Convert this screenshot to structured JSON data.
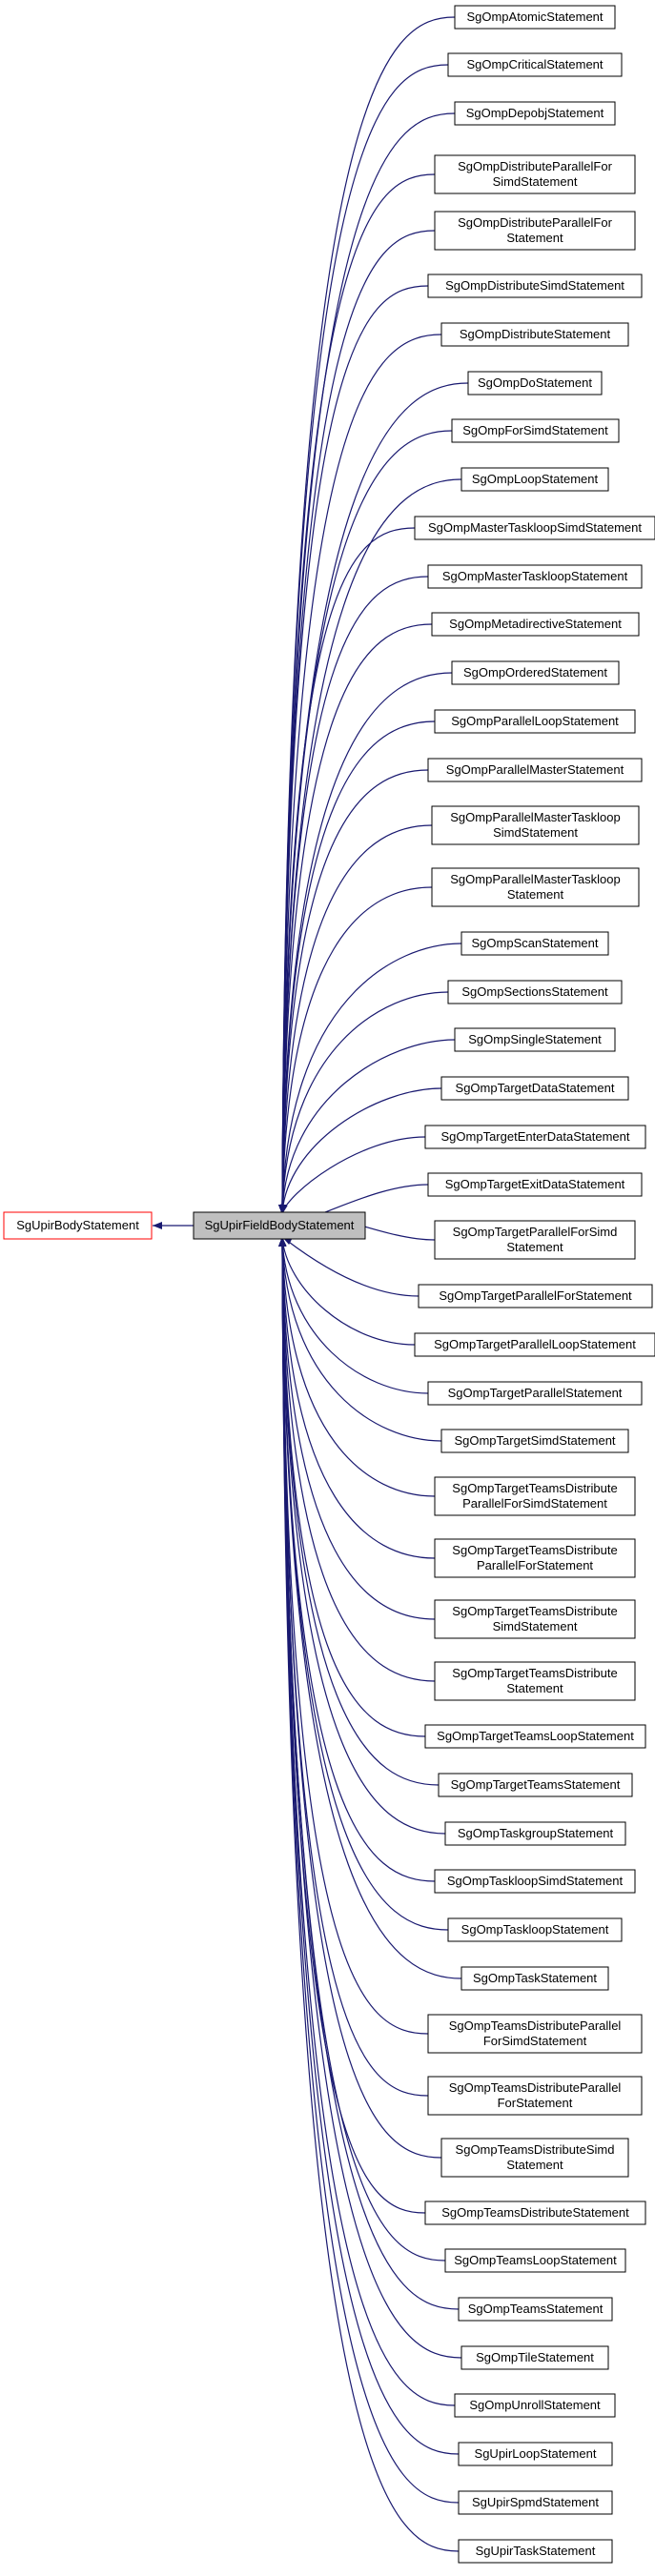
{
  "colors": {
    "edge": "#191970",
    "node_border": "#000000",
    "root_border": "#ff0000",
    "focus_fill": "#bfbfbf",
    "node_fill": "#ffffff"
  },
  "root": {
    "lines": [
      "SgUpirBodyStatement"
    ]
  },
  "focus": {
    "lines": [
      "SgUpirFieldBodyStatement"
    ]
  },
  "children": [
    {
      "lines": [
        "SgOmpAtomicStatement"
      ]
    },
    {
      "lines": [
        "SgOmpCriticalStatement"
      ]
    },
    {
      "lines": [
        "SgOmpDepobjStatement"
      ]
    },
    {
      "lines": [
        "SgOmpDistributeParallelFor",
        "SimdStatement"
      ]
    },
    {
      "lines": [
        "SgOmpDistributeParallelFor",
        "Statement"
      ]
    },
    {
      "lines": [
        "SgOmpDistributeSimdStatement"
      ]
    },
    {
      "lines": [
        "SgOmpDistributeStatement"
      ]
    },
    {
      "lines": [
        "SgOmpDoStatement"
      ]
    },
    {
      "lines": [
        "SgOmpForSimdStatement"
      ]
    },
    {
      "lines": [
        "SgOmpLoopStatement"
      ]
    },
    {
      "lines": [
        "SgOmpMasterTaskloopSimdStatement"
      ]
    },
    {
      "lines": [
        "SgOmpMasterTaskloopStatement"
      ]
    },
    {
      "lines": [
        "SgOmpMetadirectiveStatement"
      ]
    },
    {
      "lines": [
        "SgOmpOrderedStatement"
      ]
    },
    {
      "lines": [
        "SgOmpParallelLoopStatement"
      ]
    },
    {
      "lines": [
        "SgOmpParallelMasterStatement"
      ]
    },
    {
      "lines": [
        "SgOmpParallelMasterTaskloop",
        "SimdStatement"
      ]
    },
    {
      "lines": [
        "SgOmpParallelMasterTaskloop",
        "Statement"
      ]
    },
    {
      "lines": [
        "SgOmpScanStatement"
      ]
    },
    {
      "lines": [
        "SgOmpSectionsStatement"
      ]
    },
    {
      "lines": [
        "SgOmpSingleStatement"
      ]
    },
    {
      "lines": [
        "SgOmpTargetDataStatement"
      ]
    },
    {
      "lines": [
        "SgOmpTargetEnterDataStatement"
      ]
    },
    {
      "lines": [
        "SgOmpTargetExitDataStatement"
      ]
    },
    {
      "lines": [
        "SgOmpTargetParallelForSimd",
        "Statement"
      ]
    },
    {
      "lines": [
        "SgOmpTargetParallelForStatement"
      ]
    },
    {
      "lines": [
        "SgOmpTargetParallelLoopStatement"
      ]
    },
    {
      "lines": [
        "SgOmpTargetParallelStatement"
      ]
    },
    {
      "lines": [
        "SgOmpTargetSimdStatement"
      ]
    },
    {
      "lines": [
        "SgOmpTargetTeamsDistribute",
        "ParallelForSimdStatement"
      ]
    },
    {
      "lines": [
        "SgOmpTargetTeamsDistribute",
        "ParallelForStatement"
      ]
    },
    {
      "lines": [
        "SgOmpTargetTeamsDistribute",
        "SimdStatement"
      ]
    },
    {
      "lines": [
        "SgOmpTargetTeamsDistribute",
        "Statement"
      ]
    },
    {
      "lines": [
        "SgOmpTargetTeamsLoopStatement"
      ]
    },
    {
      "lines": [
        "SgOmpTargetTeamsStatement"
      ]
    },
    {
      "lines": [
        "SgOmpTaskgroupStatement"
      ]
    },
    {
      "lines": [
        "SgOmpTaskloopSimdStatement"
      ]
    },
    {
      "lines": [
        "SgOmpTaskloopStatement"
      ]
    },
    {
      "lines": [
        "SgOmpTaskStatement"
      ]
    },
    {
      "lines": [
        "SgOmpTeamsDistributeParallel",
        "ForSimdStatement"
      ]
    },
    {
      "lines": [
        "SgOmpTeamsDistributeParallel",
        "ForStatement"
      ]
    },
    {
      "lines": [
        "SgOmpTeamsDistributeSimd",
        "Statement"
      ]
    },
    {
      "lines": [
        "SgOmpTeamsDistributeStatement"
      ]
    },
    {
      "lines": [
        "SgOmpTeamsLoopStatement"
      ]
    },
    {
      "lines": [
        "SgOmpTeamsStatement"
      ]
    },
    {
      "lines": [
        "SgOmpTileStatement"
      ]
    },
    {
      "lines": [
        "SgOmpUnrollStatement"
      ]
    },
    {
      "lines": [
        "SgUpirLoopStatement"
      ]
    },
    {
      "lines": [
        "SgUpirSpmdStatement"
      ]
    },
    {
      "lines": [
        "SgUpirTaskStatement"
      ]
    }
  ]
}
